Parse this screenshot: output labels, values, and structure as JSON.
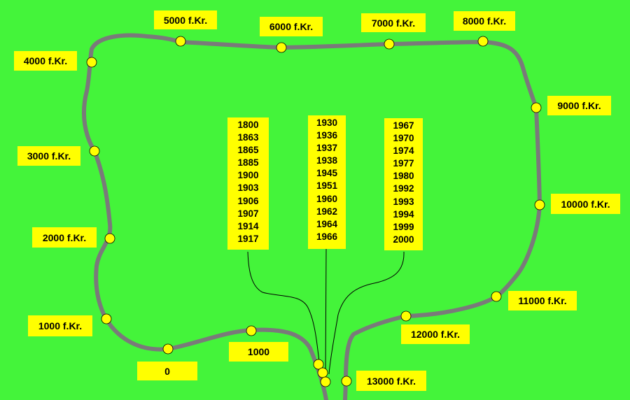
{
  "labels": {
    "l0": "0",
    "l1000": "1000",
    "l1000fk": "1000 f.Kr.",
    "l2000fk": "2000 f.Kr.",
    "l3000fk": "3000 f.Kr.",
    "l4000fk": "4000 f.Kr.",
    "l5000fk": "5000 f.Kr.",
    "l6000fk": "6000 f.Kr.",
    "l7000fk": "7000 f.Kr.",
    "l8000fk": "8000 f.Kr.",
    "l9000fk": "9000 f.Kr.",
    "l10000fk": "10000 f.Kr.",
    "l11000fk": "11000 f.Kr.",
    "l12000fk": "12000 f.Kr.",
    "l13000fk": "13000 f.Kr."
  },
  "years": {
    "group1": [
      "1800",
      "1863",
      "1865",
      "1885",
      "1900",
      "1903",
      "1906",
      "1907",
      "1914",
      "1917"
    ],
    "group2": [
      "1930",
      "1936",
      "1937",
      "1938",
      "1945",
      "1951",
      "1960",
      "1962",
      "1964",
      "1966"
    ],
    "group3": [
      "1967",
      "1970",
      "1974",
      "1977",
      "1980",
      "1992",
      "1993",
      "1994",
      "1999",
      "2000"
    ]
  },
  "colors": {
    "background": "#44f43a",
    "track": "#7a7a7a",
    "marker": "#ffff00",
    "label_bg": "#ffff00"
  }
}
